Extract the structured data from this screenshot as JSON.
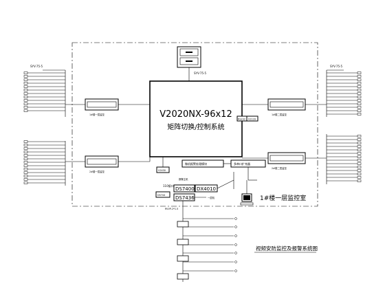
{
  "matrix": {
    "model": "V2020NX-96x12",
    "subtitle": "矩阵切换/控制系统"
  },
  "ports": {
    "right_mid": "V2116",
    "bottom_left": "V2430",
    "rs232": "RS232"
  },
  "modules": {
    "video_alarm": "微机报警处理模块",
    "multi_port": "多串口扩充器",
    "alarm_host_label": "报警主机",
    "port_110": "110接口",
    "ds7400": "DS7400",
    "dx4010": "DX4010",
    "ds744": "DS744",
    "ds7436": "DS7436",
    "line_label": "一层机"
  },
  "cables": {
    "top_monitor": "SYV-75-5",
    "left_top_bundle": "SYV-75-5",
    "right_top_bundle": "SYV-75-5",
    "bus": "RVVP-2*1.5"
  },
  "room_label": "1#楼一层监控室",
  "title_block": "视频安防监控及报警系统图",
  "left_devices": [
    "1#楼一层监控",
    "2#楼一层监控"
  ],
  "right_devices": [
    "1#楼二层监控",
    "2#楼二层监控"
  ]
}
